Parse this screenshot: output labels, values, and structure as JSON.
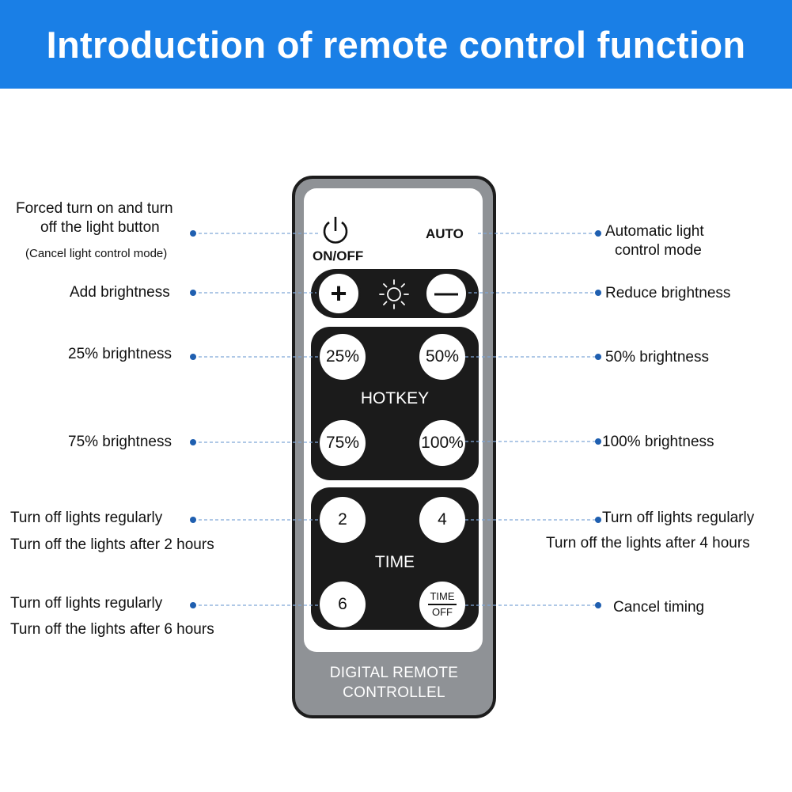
{
  "header": {
    "title": "Introduction of remote control function"
  },
  "remote": {
    "on_off_label": "ON/OFF",
    "auto_label": "AUTO",
    "plus": "+",
    "minus": "—",
    "hotkey_label": "HOTKEY",
    "hotkeys": [
      "25%",
      "50%",
      "75%",
      "100%"
    ],
    "time_label": "TIME",
    "time_keys": [
      "2",
      "4",
      "6"
    ],
    "time_off_top": "TIME",
    "time_off_bottom": "OFF",
    "brand_line1": "DIGITAL REMOTE",
    "brand_line2": "CONTROLLEL"
  },
  "callouts": {
    "left": {
      "onoff_line1": "Forced turn on and turn",
      "onoff_line2": "off the light button",
      "onoff_note": "(Cancel light control mode)",
      "add": "Add brightness",
      "b25": "25% brightness",
      "b75": "75% brightness",
      "t2_line1": "Turn off lights regularly",
      "t2_line2": "Turn off the lights after 2 hours",
      "t6_line1": "Turn off lights regularly",
      "t6_line2": "Turn off the lights after 6 hours"
    },
    "right": {
      "auto_line1": "Automatic light",
      "auto_line2": "control mode",
      "reduce": "Reduce brightness",
      "b50": "50% brightness",
      "b100": "100% brightness",
      "t4_line1": "Turn off lights regularly",
      "t4_line2": "Turn off the lights after 4 hours",
      "cancel": "Cancel timing"
    }
  },
  "colors": {
    "header": "#1a7fe6",
    "leader": "#1f5fb0",
    "remote_body": "#8f9296",
    "key_block": "#1b1b1b"
  }
}
